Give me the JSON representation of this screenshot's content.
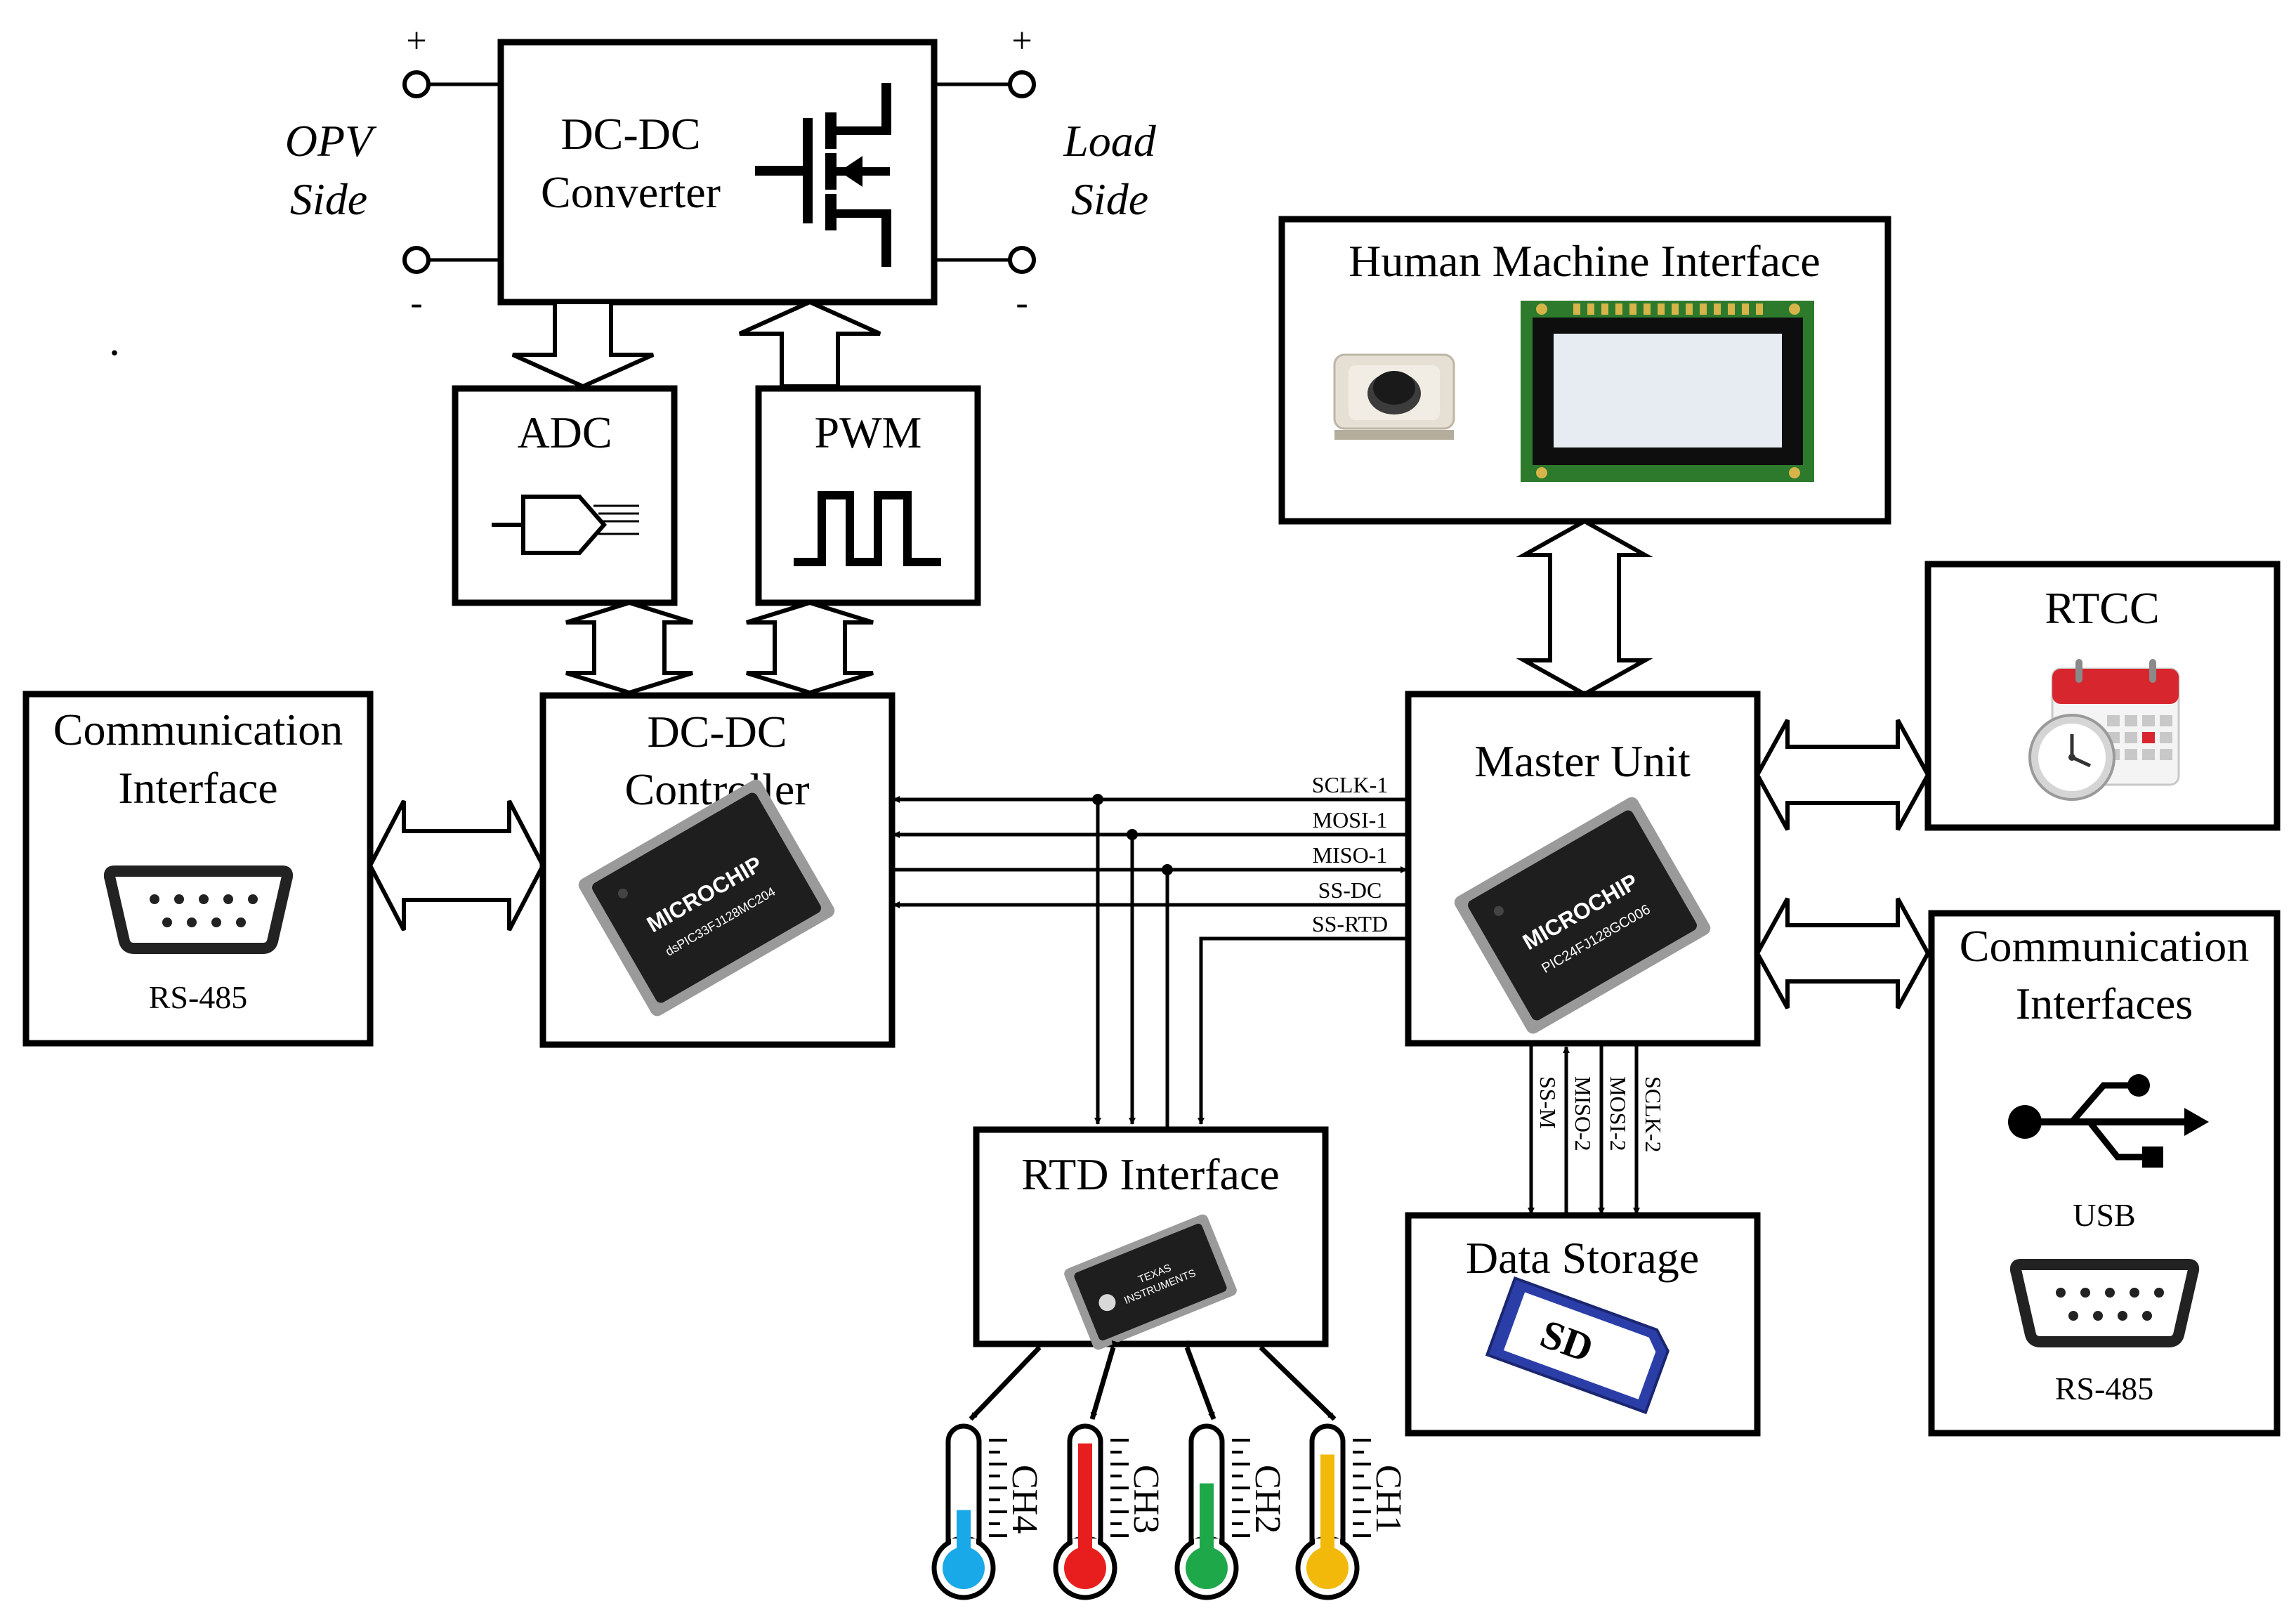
{
  "power_stage": {
    "converter_label_line1": "DC-DC",
    "converter_label_line2": "Converter",
    "left_side_line1": "OPV",
    "left_side_line2": "Side",
    "right_side_line1": "Load",
    "right_side_line2": "Side",
    "plus_sign": "+",
    "minus_sign": "-"
  },
  "adc_block": {
    "label": "ADC"
  },
  "pwm_block": {
    "label": "PWM"
  },
  "comm_left": {
    "label_line1": "Communication",
    "label_line2": "Interface",
    "port_label": "RS-485"
  },
  "dcdc_controller": {
    "label_line1": "DC-DC",
    "label_line2": "Controller",
    "chip_brand": "MICROCHIP",
    "chip_part": "dsPIC33FJ128MC204"
  },
  "hmi": {
    "label": "Human Machine Interface"
  },
  "master_unit": {
    "label": "Master Unit",
    "chip_brand": "MICROCHIP",
    "chip_part": "PIC24FJ128GC006"
  },
  "rtcc": {
    "label": "RTCC"
  },
  "comm_right": {
    "label_line1": "Communication",
    "label_line2": "Interfaces",
    "usb_label": "USB",
    "port_label": "RS-485"
  },
  "rtd_interface": {
    "label": "RTD Interface",
    "chip_brand_line1": "TEXAS",
    "chip_brand_line2": "INSTRUMENTS"
  },
  "data_storage": {
    "label": "Data Storage",
    "card_mark": "SD"
  },
  "spi_bus_1": [
    "SCLK-1",
    "MOSI-1",
    "MISO-1",
    "SS-DC",
    "SS-RTD"
  ],
  "spi_bus_2": [
    "SS-M",
    "MISO-2",
    "MOSI-2",
    "SCLK-2"
  ],
  "channels": [
    {
      "label": "CH4",
      "color": "#19a8e8",
      "level": 0.32
    },
    {
      "label": "CH3",
      "color": "#e81e1e",
      "level": 0.92
    },
    {
      "label": "CH2",
      "color": "#1ea84a",
      "level": 0.56
    },
    {
      "label": "CH1",
      "color": "#f2b90a",
      "level": 0.82
    }
  ],
  "stray_mark": "."
}
